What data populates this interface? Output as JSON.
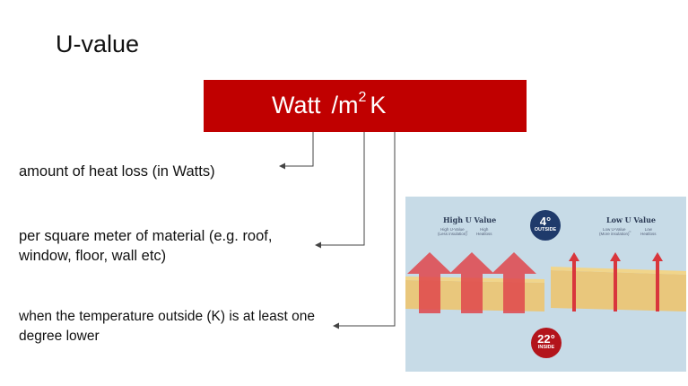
{
  "slide": {
    "title": "U-value",
    "unit": {
      "part1": "Watt",
      "part2": "/m",
      "sup": "2",
      "part3": "K"
    },
    "descriptions": [
      "amount of heat loss (in Watts)",
      "per square meter of material (e.g. roof, window, floor, wall etc)",
      "when the temperature outside (K) is at least one degree lower"
    ]
  },
  "infographic": {
    "left_title": "High U Value",
    "left_caption_a": "High U-Value",
    "left_caption_a2": "(Less insulation)",
    "left_equals": "=",
    "left_caption_b": "High",
    "left_caption_b2": "Heatloss",
    "right_title": "Low U Value",
    "right_caption_a": "Low U-Value",
    "right_caption_a2": "(More insulation)",
    "right_equals": "=",
    "right_caption_b": "Low",
    "right_caption_b2": "Heatloss",
    "outside_temp": "4°",
    "outside_label": "OUTSIDE",
    "inside_temp": "22°",
    "inside_label": "INSIDE"
  },
  "colors": {
    "accent": "#c00000",
    "outside_badge": "#1f3a6b",
    "inside_badge": "#b3141b",
    "arrow": "#e0474c",
    "insulation": "#e9c77c",
    "sky": "#c7dbe7"
  }
}
